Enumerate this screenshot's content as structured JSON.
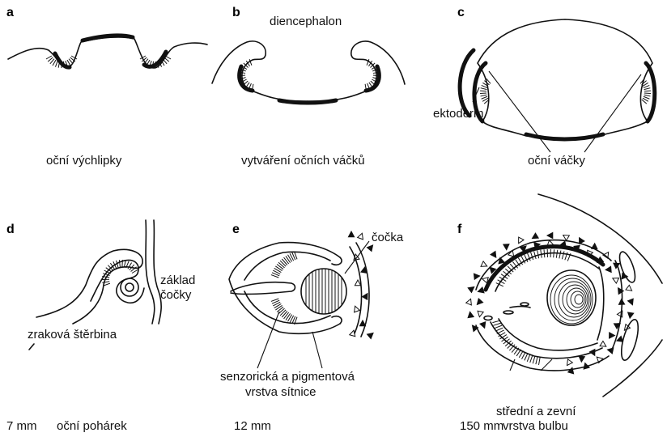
{
  "panels": {
    "a": {
      "letter": "a",
      "caption": "oční výchlipky"
    },
    "b": {
      "letter": "b",
      "top_label": "diencephalon",
      "caption": "vytváření očních váčků"
    },
    "c": {
      "letter": "c",
      "label_ectoderm": "ektoderm",
      "caption": "oční váčky"
    },
    "d": {
      "letter": "d",
      "label_lens_base_1": "základ",
      "label_lens_base_2": "čočky",
      "label_fissure": "zraková štěrbina",
      "age": "7 mm",
      "caption": "oční pohárek"
    },
    "e": {
      "letter": "e",
      "label_lens": "čočka",
      "label_retina_1": "senzorická a pigmentová",
      "label_retina_2": "vrstva sítnice",
      "age": "12 mm"
    },
    "f": {
      "letter": "f",
      "label_layers_1": "střední a zevní",
      "label_layers_2": "vrstva bulbu",
      "age": "150 mm"
    }
  }
}
